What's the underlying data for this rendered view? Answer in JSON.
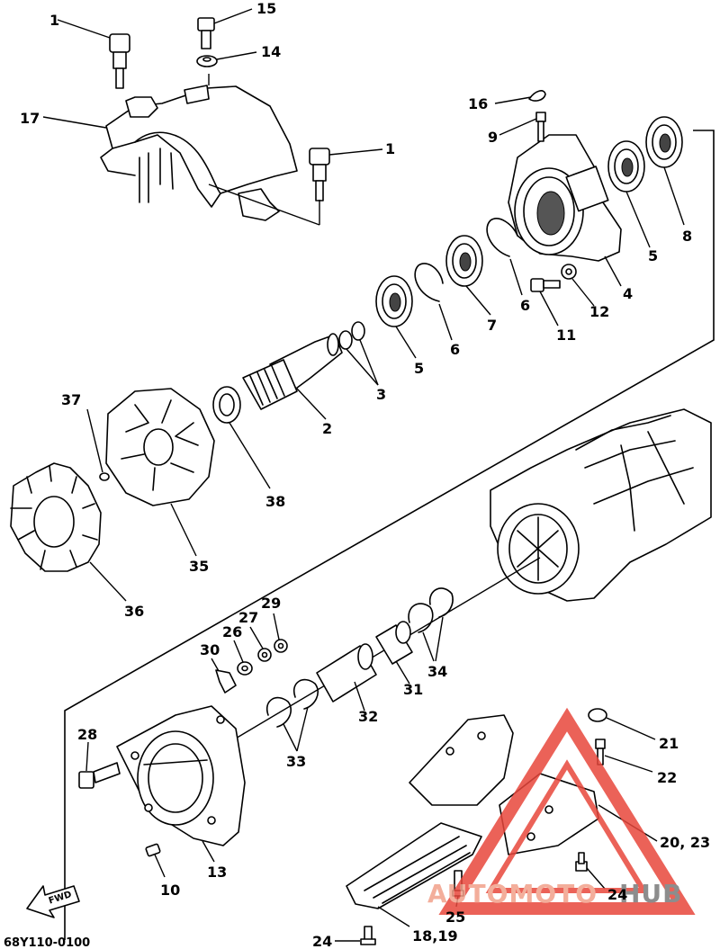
{
  "diagram": {
    "code": "68Y110-0100",
    "fwd_label": "FWD",
    "labels": [
      {
        "id": "1a",
        "text": "1"
      },
      {
        "id": "15",
        "text": "15"
      },
      {
        "id": "14",
        "text": "14"
      },
      {
        "id": "17",
        "text": "17"
      },
      {
        "id": "1b",
        "text": "1"
      },
      {
        "id": "16",
        "text": "16"
      },
      {
        "id": "9",
        "text": "9"
      },
      {
        "id": "8",
        "text": "8"
      },
      {
        "id": "5a",
        "text": "5"
      },
      {
        "id": "4",
        "text": "4"
      },
      {
        "id": "12",
        "text": "12"
      },
      {
        "id": "6a",
        "text": "6"
      },
      {
        "id": "7",
        "text": "7"
      },
      {
        "id": "11",
        "text": "11"
      },
      {
        "id": "6b",
        "text": "6"
      },
      {
        "id": "5b",
        "text": "5"
      },
      {
        "id": "3",
        "text": "3"
      },
      {
        "id": "2",
        "text": "2"
      },
      {
        "id": "37",
        "text": "37"
      },
      {
        "id": "38",
        "text": "38"
      },
      {
        "id": "35",
        "text": "35"
      },
      {
        "id": "36",
        "text": "36"
      },
      {
        "id": "29",
        "text": "29"
      },
      {
        "id": "27",
        "text": "27"
      },
      {
        "id": "26",
        "text": "26"
      },
      {
        "id": "30",
        "text": "30"
      },
      {
        "id": "31",
        "text": "31"
      },
      {
        "id": "34",
        "text": "34"
      },
      {
        "id": "32",
        "text": "32"
      },
      {
        "id": "33",
        "text": "33"
      },
      {
        "id": "28",
        "text": "28"
      },
      {
        "id": "21",
        "text": "21"
      },
      {
        "id": "22",
        "text": "22"
      },
      {
        "id": "20_23",
        "text": "20, 23"
      },
      {
        "id": "13",
        "text": "13"
      },
      {
        "id": "10",
        "text": "10"
      },
      {
        "id": "24a",
        "text": "24"
      },
      {
        "id": "25",
        "text": "25"
      },
      {
        "id": "24b",
        "text": "24"
      },
      {
        "id": "18_19",
        "text": "18,19"
      }
    ]
  },
  "watermark": {
    "part1": "AUTOMOTO",
    "part2": "HUB",
    "color_primary": "#e8473c",
    "color_secondary": "#f6b9a8",
    "color_text_dark": "#7a7a7a"
  }
}
